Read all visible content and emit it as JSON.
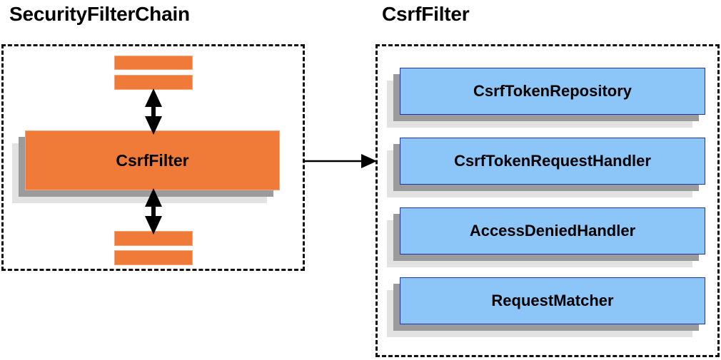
{
  "diagram": {
    "title_left": "SecurityFilterChain",
    "title_right": "CsrfFilter",
    "colors": {
      "orange_fill": "#f07a38",
      "orange_border": "#f6a377",
      "blue_fill": "#8cc5f7",
      "blue_border": "#1c35a8",
      "shadow_dark": "#9b9b9b",
      "shadow_light": "#e2e2e2",
      "outline": "#111111",
      "text": "#000000"
    }
  },
  "left_panel": {
    "title": "SecurityFilterChain",
    "main_node": {
      "label": "CsrfFilter"
    },
    "filter_bars": [
      {
        "label": ""
      },
      {
        "label": ""
      },
      {
        "label": ""
      },
      {
        "label": ""
      }
    ]
  },
  "right_panel": {
    "title": "CsrfFilter",
    "collaborators": [
      {
        "label": "CsrfTokenRepository"
      },
      {
        "label": "CsrfTokenRequestHandler"
      },
      {
        "label": "AccessDeniedHandler"
      },
      {
        "label": "RequestMatcher"
      }
    ]
  },
  "connectors": {
    "top_bidirectional": "double-headed-arrow",
    "bottom_bidirectional": "double-headed-arrow",
    "cross_panel": "right-arrow"
  }
}
